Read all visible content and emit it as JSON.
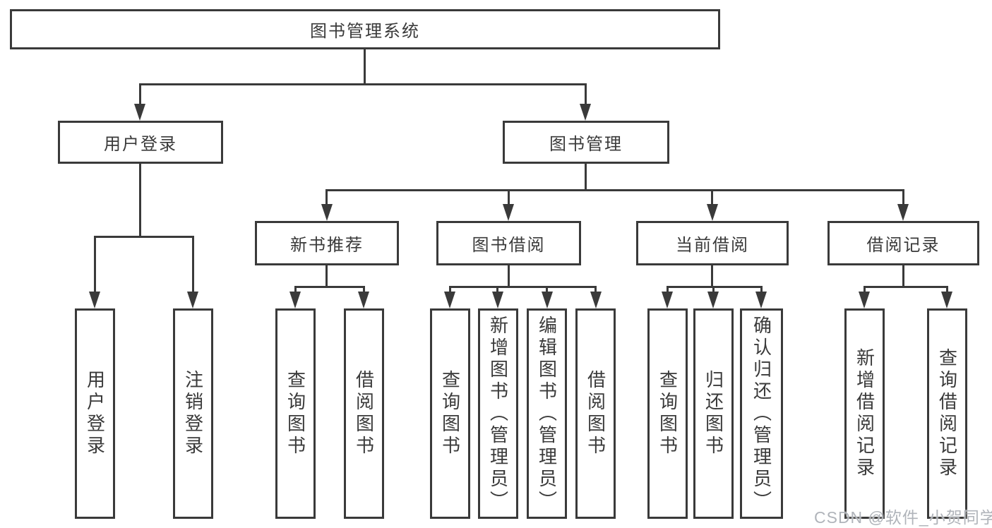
{
  "title": "图书管理系统",
  "watermark": "CSDN @软件_小贺同学",
  "colors": {
    "line": "#3a3a3a",
    "box_background": "#ffffff",
    "watermark_text": "#b0b4ba"
  },
  "tree": {
    "root": "图书管理系统",
    "branches": [
      {
        "label": "用户登录",
        "leaves": [
          "用户登录",
          "注销登录"
        ]
      },
      {
        "label": "图书管理",
        "groups": [
          {
            "label": "新书推荐",
            "leaves": [
              "查询图书",
              "借阅图书"
            ]
          },
          {
            "label": "图书借阅",
            "leaves": [
              "查询图书",
              "新增图书（管理员）",
              "编辑图书（管理员）",
              "借阅图书"
            ]
          },
          {
            "label": "当前借阅",
            "leaves": [
              "查询图书",
              "归还图书",
              "确认归还（管理员）"
            ]
          },
          {
            "label": "借阅记录",
            "leaves": [
              "新增借阅记录",
              "查询借阅记录"
            ]
          }
        ]
      }
    ]
  }
}
